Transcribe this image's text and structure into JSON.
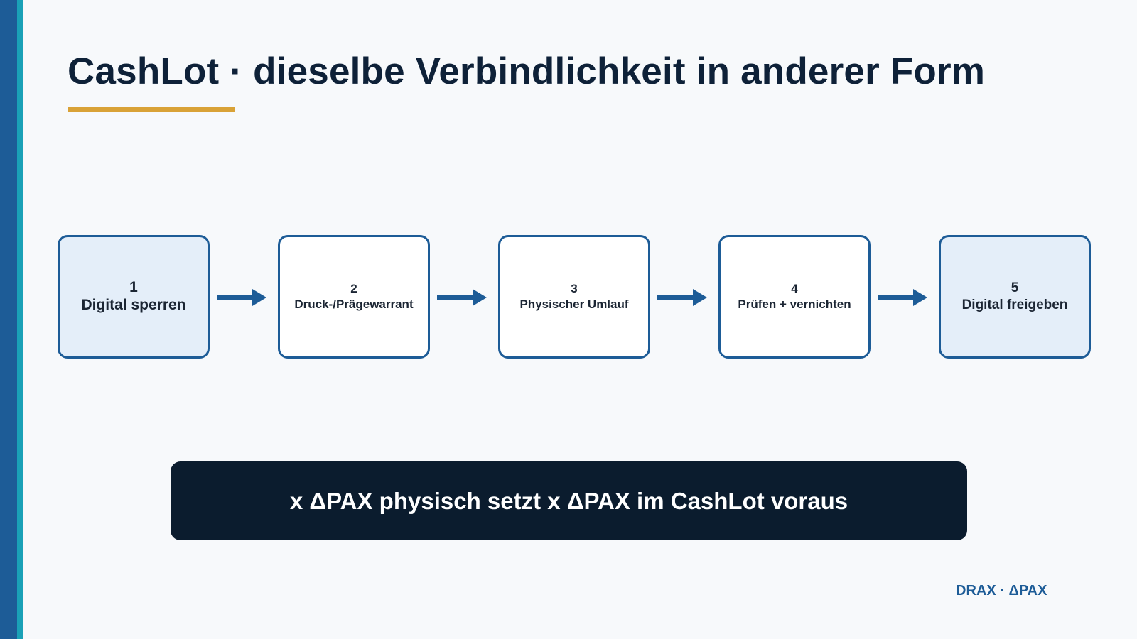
{
  "title": "CashLot · dieselbe Verbindlichkeit in anderer Form",
  "steps": [
    {
      "num": "1",
      "label": "Digital sperren"
    },
    {
      "num": "2",
      "label": "Druck-/Prägewarrant"
    },
    {
      "num": "3",
      "label": "Physischer Umlauf"
    },
    {
      "num": "4",
      "label": "Prüfen + vernichten"
    },
    {
      "num": "5",
      "label": "Digital freigeben"
    }
  ],
  "note": "x ΔPAX physisch setzt x ΔPAX im CashLot voraus",
  "brand": "DRAX · ΔPAX",
  "colors": {
    "primary": "#1d5c97",
    "teal": "#1aa1b7",
    "gold": "#d9a237",
    "navy": "#0b1c2e",
    "highlight": "#e4eef9"
  }
}
